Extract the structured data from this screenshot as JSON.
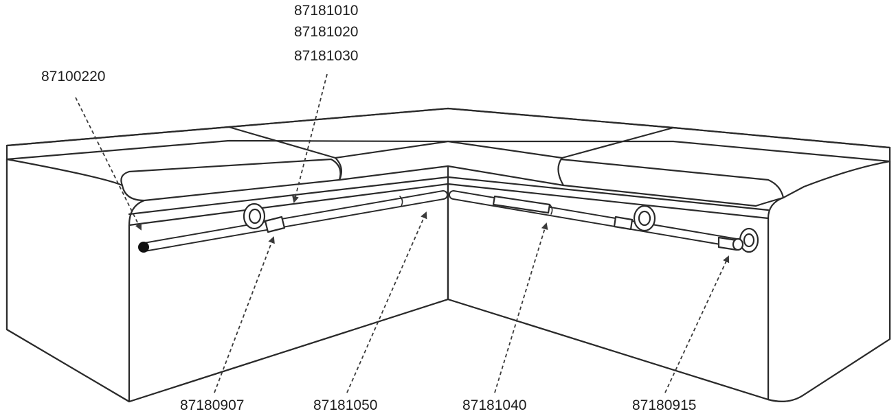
{
  "diagram": {
    "labels": {
      "top_a": "87181010",
      "top_b": "87181020",
      "top_c": "87181030",
      "left": "87100220",
      "bottom_1": "87180907",
      "bottom_2": "87181050",
      "bottom_3": "87181040",
      "bottom_4": "87180915"
    }
  }
}
